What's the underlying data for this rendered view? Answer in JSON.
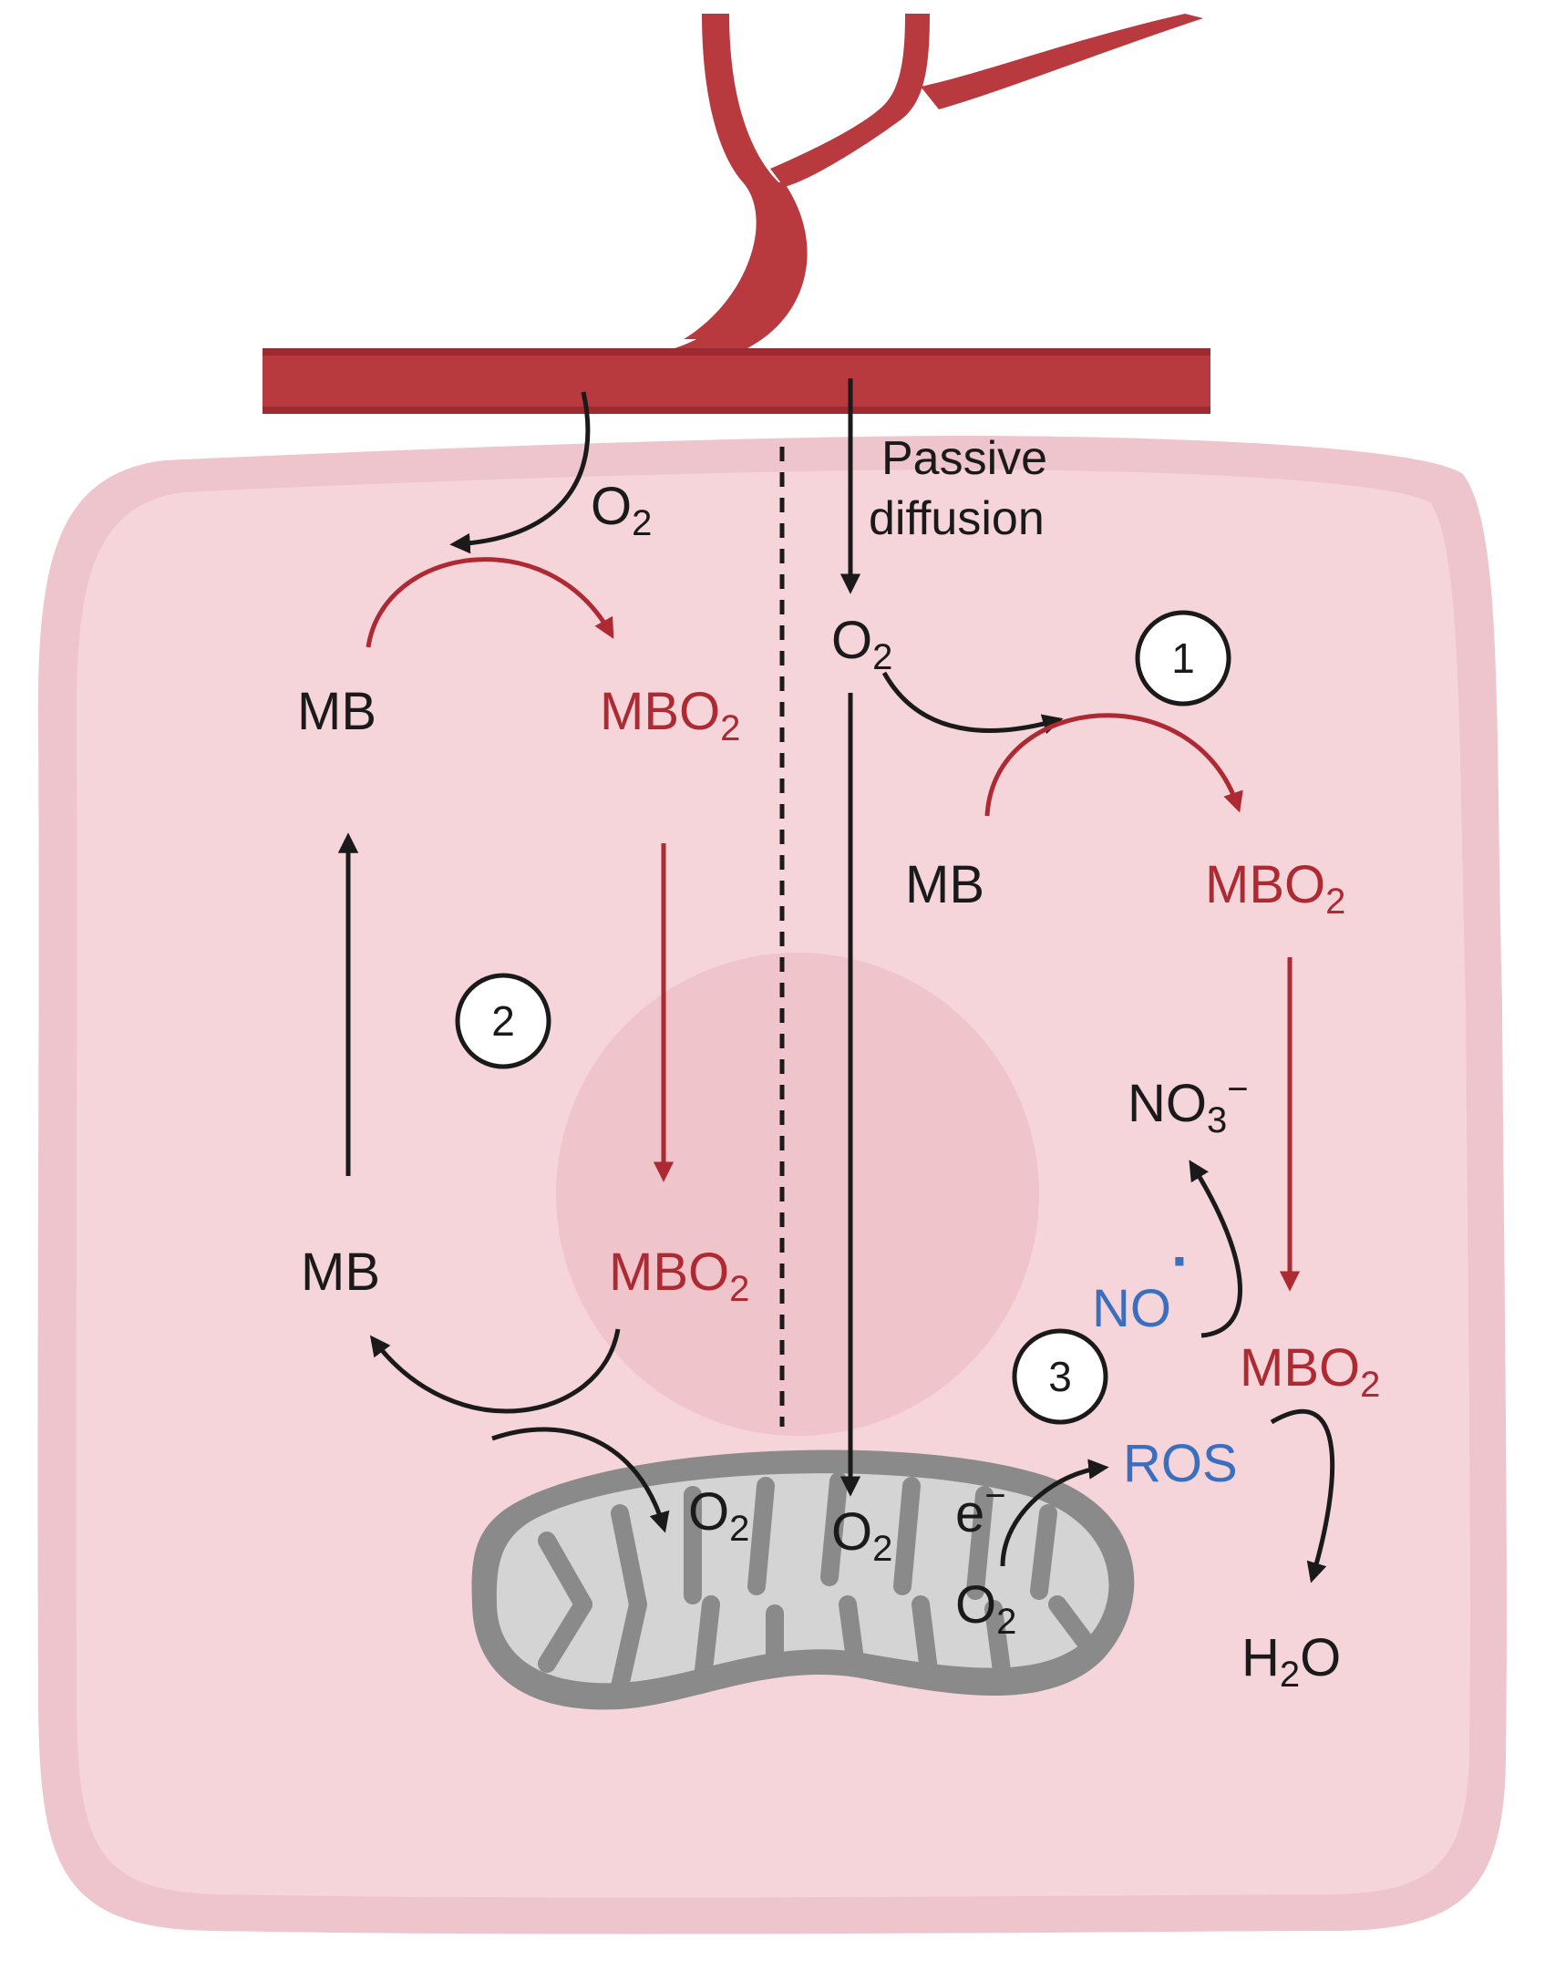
{
  "labels": {
    "passive_line1": "Passive",
    "passive_line2": "diffusion",
    "o2_main": "O",
    "o2_sub": "2",
    "mb": "MB",
    "mbo2_main": "MBO",
    "mbo2_sub": "2",
    "no3_main": "NO",
    "no3_sub": "3",
    "no3_sup": "−",
    "no_main": "NO",
    "no_sup": "·",
    "ros": "ROS",
    "e_main": "e",
    "e_sup": "−",
    "h2o_h": "H",
    "h2o_sub": "2",
    "h2o_o": "O"
  },
  "steps": {
    "step1": "1",
    "step2": "2",
    "step3": "3"
  },
  "colors": {
    "vessel": "#b83a3f",
    "vessel_dark": "#9c2a30",
    "cell_outer": "#eec5cc",
    "cell_inner": "#f6d5da",
    "nucleus": "#efc4cb",
    "mito_outer": "#8a8a8a",
    "mito_inner": "#d4d4d4",
    "red_text": "#ad2a33",
    "blue_text": "#3a6fc0",
    "black": "#1a1a1a"
  }
}
